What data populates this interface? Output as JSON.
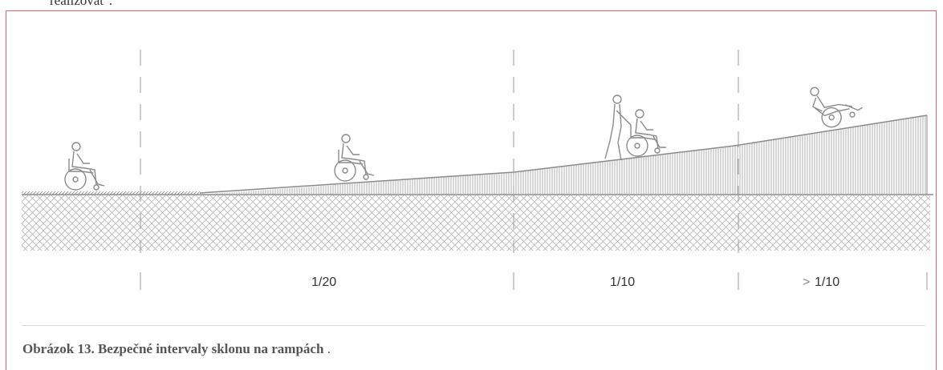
{
  "top_text_fragment": "realizovať .",
  "slopes": {
    "s1": "1/20",
    "s2": "1/10",
    "s3_symbol": ">",
    "s3": "1/10"
  },
  "caption": {
    "bold": "Obrázok 13. Bezpečné intervaly sklonu na rampách",
    "rest": " ."
  },
  "colors": {
    "frame": "#e25f74",
    "lines": "#999999",
    "figure": "#8a8a8a"
  },
  "icons": [
    "wheelchair-user-icon",
    "wheelchair-user-icon",
    "person-pushing-wheelchair-icon",
    "wheelchair-user-tilted-icon"
  ]
}
